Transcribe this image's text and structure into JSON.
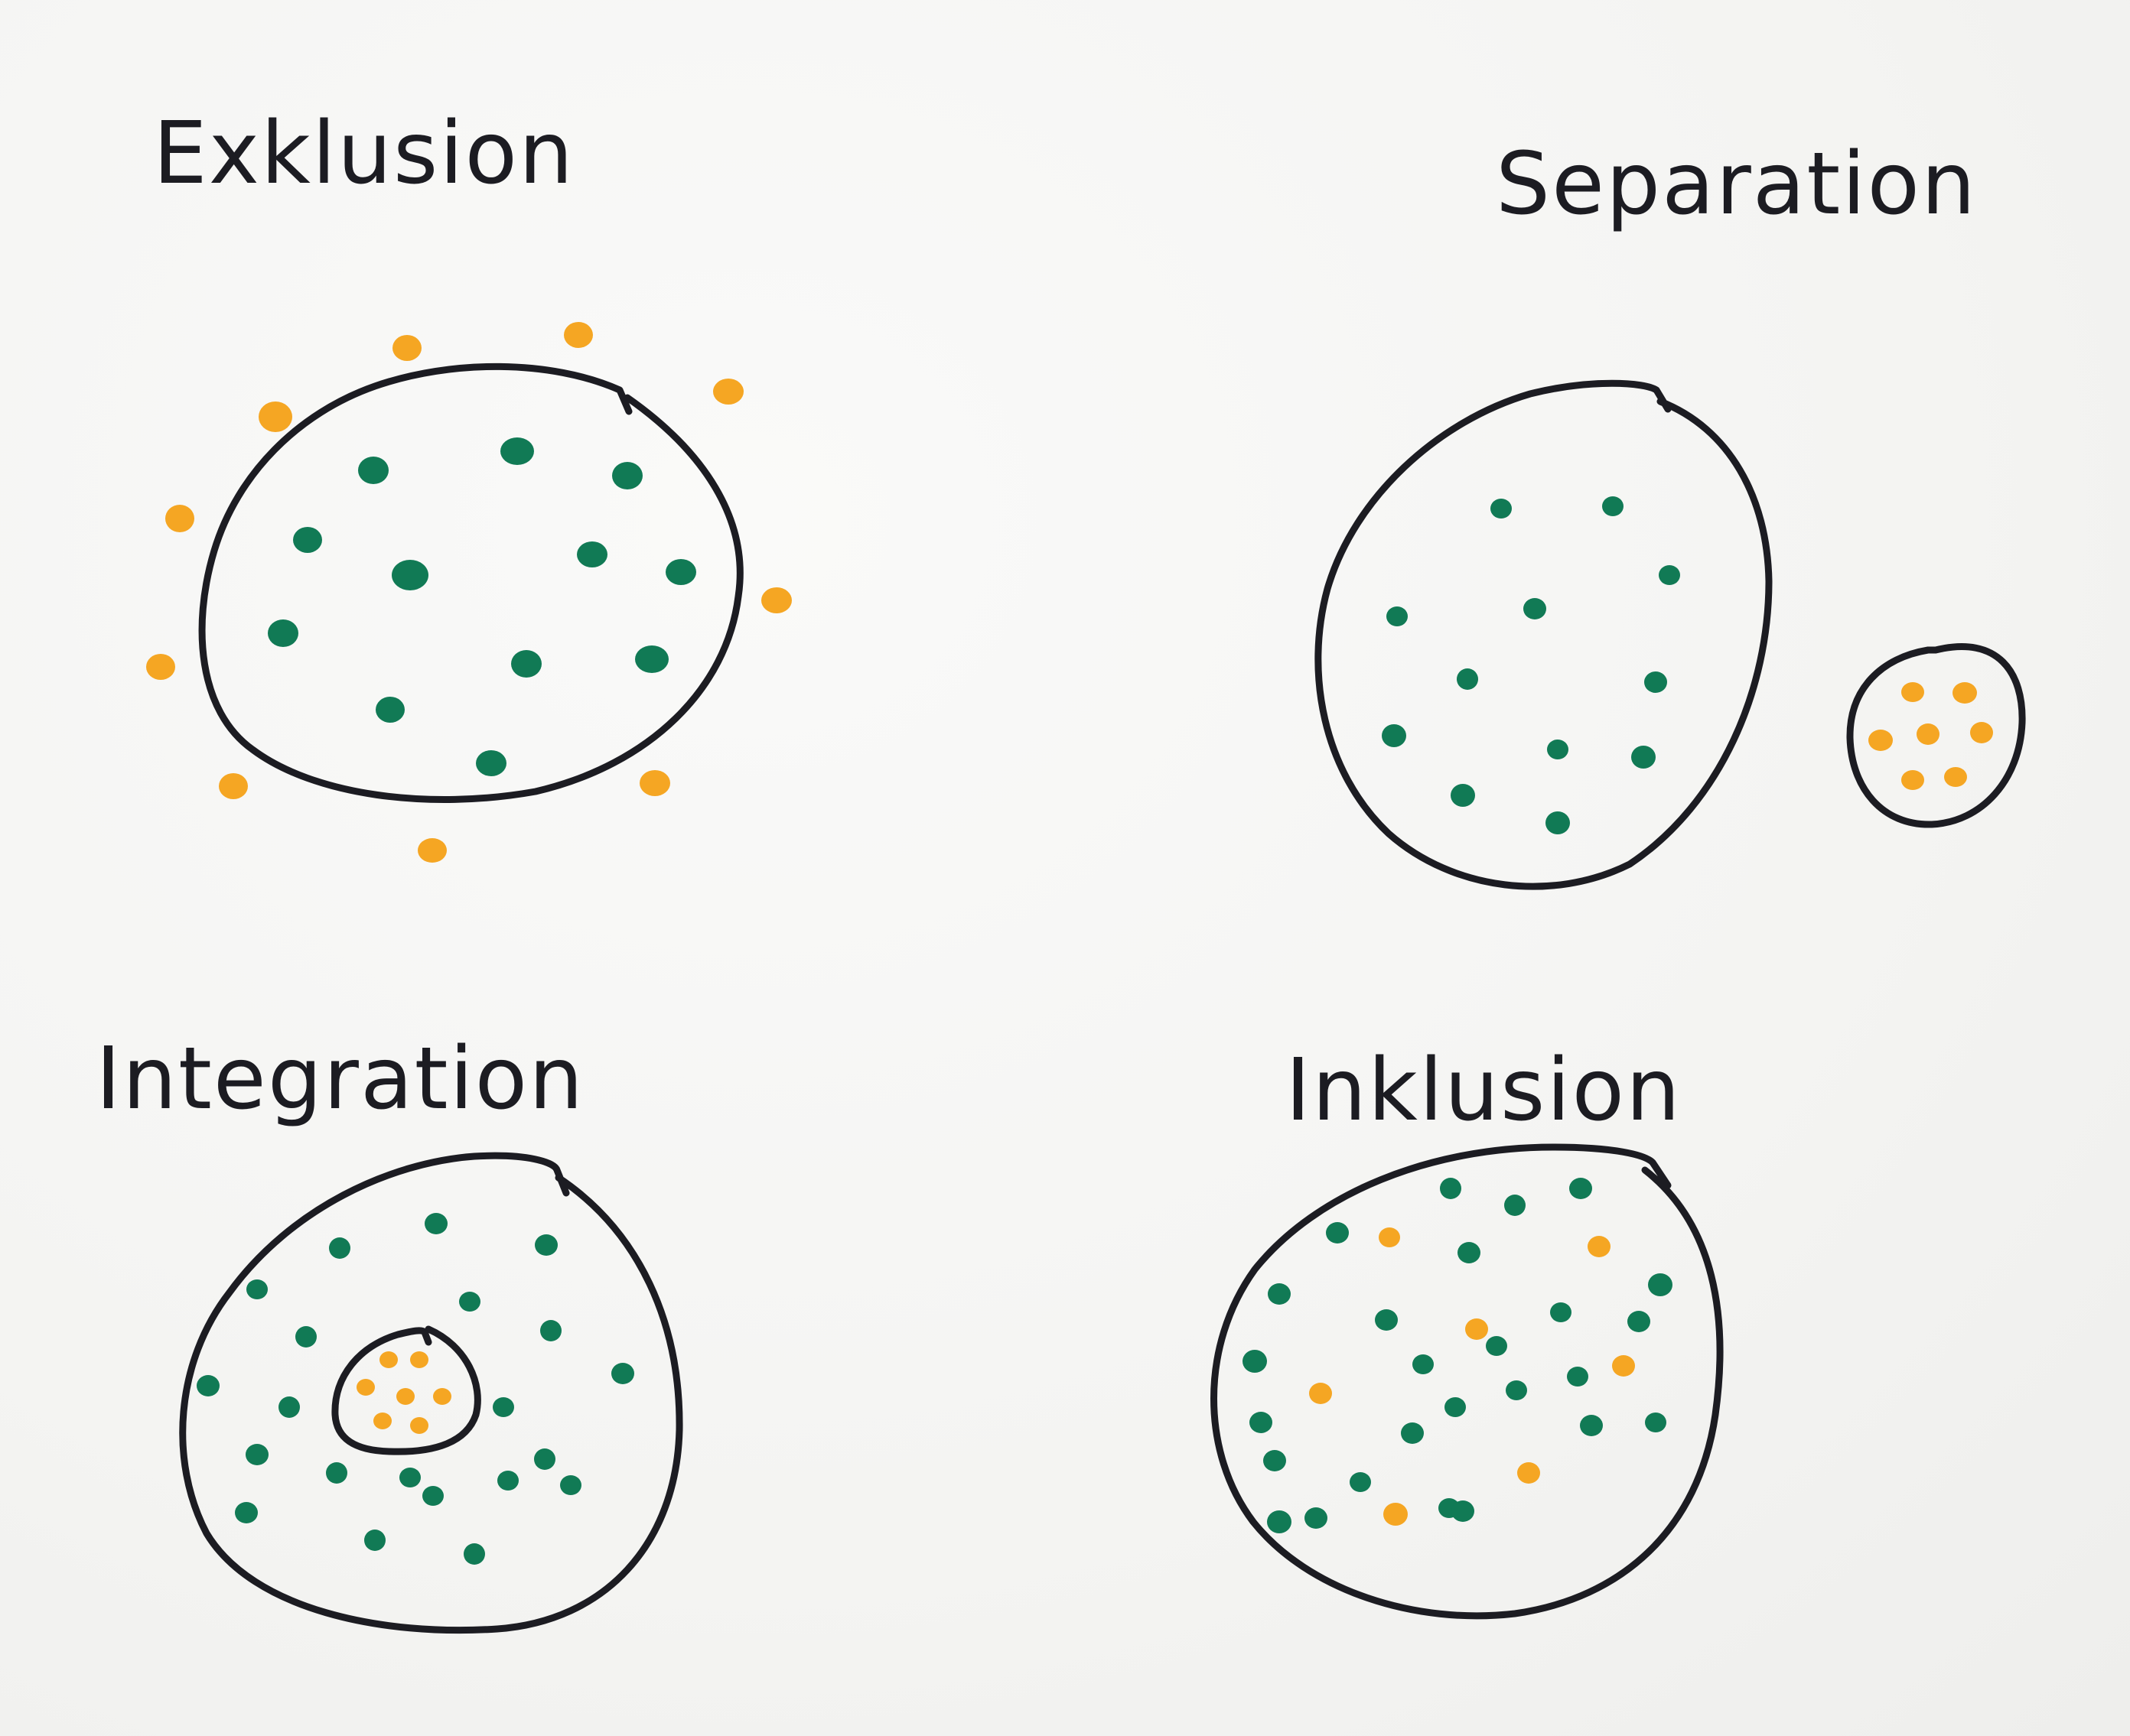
{
  "colors": {
    "ink": "#1c1c22",
    "green": "#117a55",
    "orange": "#f5a623",
    "paper": "#f6f6f4"
  },
  "panels": [
    {
      "id": "exklusion",
      "label": "Exklusion"
    },
    {
      "id": "separation",
      "label": "Separation"
    },
    {
      "id": "integration",
      "label": "Integration"
    },
    {
      "id": "inklusion",
      "label": "Inklusion"
    }
  ]
}
